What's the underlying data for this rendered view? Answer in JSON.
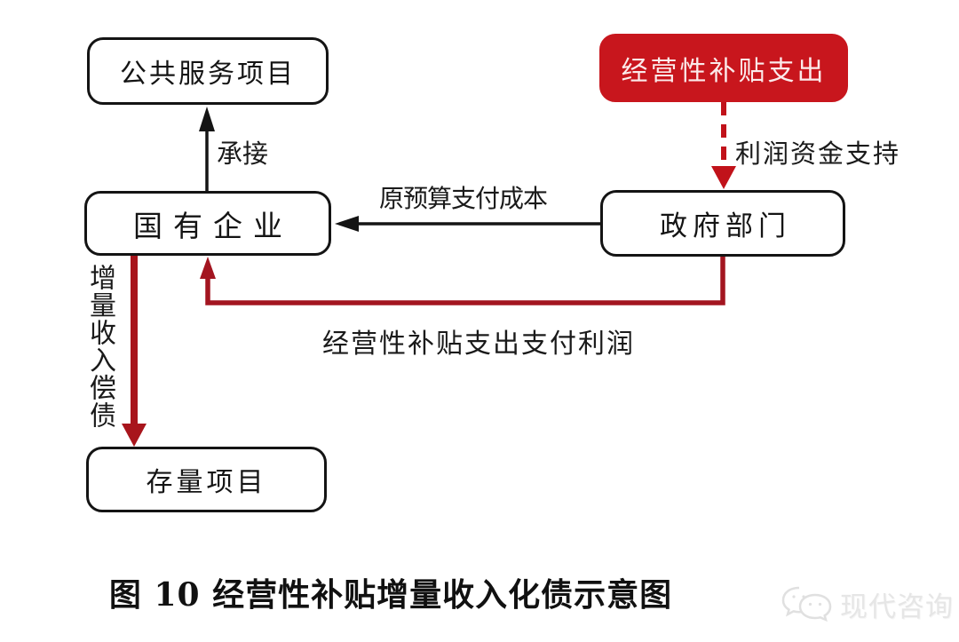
{
  "diagram": {
    "nodes": {
      "public_service": {
        "label": "公共服务项目"
      },
      "operating_subsidy": {
        "label": "经营性补贴支出"
      },
      "soe": {
        "label": "国有企业"
      },
      "government": {
        "label": "政府部门"
      },
      "stock_project": {
        "label": "存量项目"
      }
    },
    "edges": {
      "undertake": {
        "label": "承接",
        "from": "soe",
        "to": "public_service",
        "style": "solid-black"
      },
      "profit_support": {
        "label": "利润资金支持",
        "from": "operating_subsidy",
        "to": "government",
        "style": "dashed-red"
      },
      "budget_cost": {
        "label": "原预算支付成本",
        "from": "government",
        "to": "soe",
        "style": "solid-black"
      },
      "subsidy_profit": {
        "label": "经营性补贴支出支付利润",
        "from": "government",
        "to": "soe",
        "style": "solid-red-elbow"
      },
      "incremental_debt": {
        "label": "增量收入偿债",
        "from": "soe",
        "to": "stock_project",
        "style": "thick-red"
      }
    },
    "caption": "图 10  经营性补贴增量收入化债示意图",
    "watermark": {
      "brand": "现代咨询",
      "icon": "chat-bubbles-icon"
    },
    "colors": {
      "accent_red": "#c8161d",
      "dark_red": "#a31520",
      "line_black": "#141414",
      "watermark_gray": "#e6e6e6",
      "background": "#ffffff"
    }
  }
}
